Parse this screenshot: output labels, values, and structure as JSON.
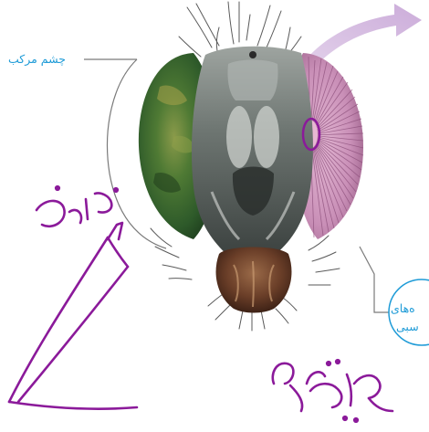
{
  "labels": {
    "compound_eye": "چشم مرکب",
    "ommatidia_line1": "ه‌های",
    "ommatidia_line2": "سبی"
  },
  "handwriting": {
    "word_outside": "خارج",
    "word_center": "مرکز جسم"
  },
  "colors": {
    "label_blue": "#1e9bd7",
    "ink_purple": "#8b1a9a",
    "arrow_lilac": "#c9a8d8",
    "leader_grey": "#7a7a7a",
    "eye_left_green": "#3c6a2c",
    "eye_right_pink": "#c98fb7"
  }
}
